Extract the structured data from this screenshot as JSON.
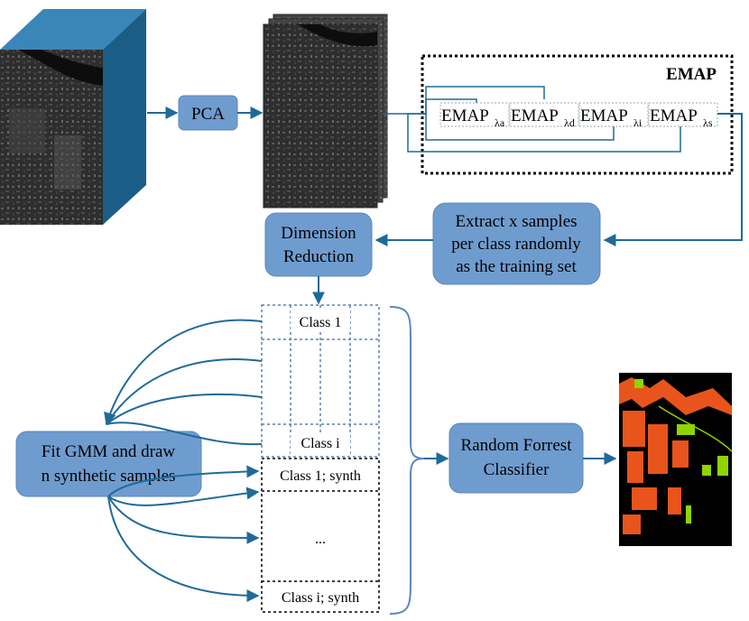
{
  "nodes": {
    "pca": "PCA",
    "emap_title": "EMAP",
    "emap_blocks": [
      {
        "main": "EMAP",
        "sub": "λa"
      },
      {
        "main": "EMAP",
        "sub": "λd"
      },
      {
        "main": "EMAP",
        "sub": "λi"
      },
      {
        "main": "EMAP",
        "sub": "λs"
      }
    ],
    "extract": [
      "Extract x samples",
      "per class randomly",
      "as the training set"
    ],
    "dimension": [
      "Dimension",
      "Reduction"
    ],
    "gmm": [
      "Fit GMM and draw",
      "n synthetic samples"
    ],
    "classifier": [
      "Random Forrest",
      "Classifier"
    ]
  },
  "table": {
    "class1": "Class 1",
    "classi": "Class i",
    "class1_synth": "Class 1; synth",
    "ellipsis": "...",
    "classi_synth": "Class i; synth"
  },
  "colors": {
    "box_fill": "#6f9ccf",
    "box_stroke": "#5b88be",
    "arrow": "#1f6a99",
    "cube_face": "#1a5d86",
    "cube_top": "#3a86b8",
    "dotted_blue": "#5b7fb8",
    "map_orange": "#e8541c",
    "map_green": "#8fd400"
  }
}
